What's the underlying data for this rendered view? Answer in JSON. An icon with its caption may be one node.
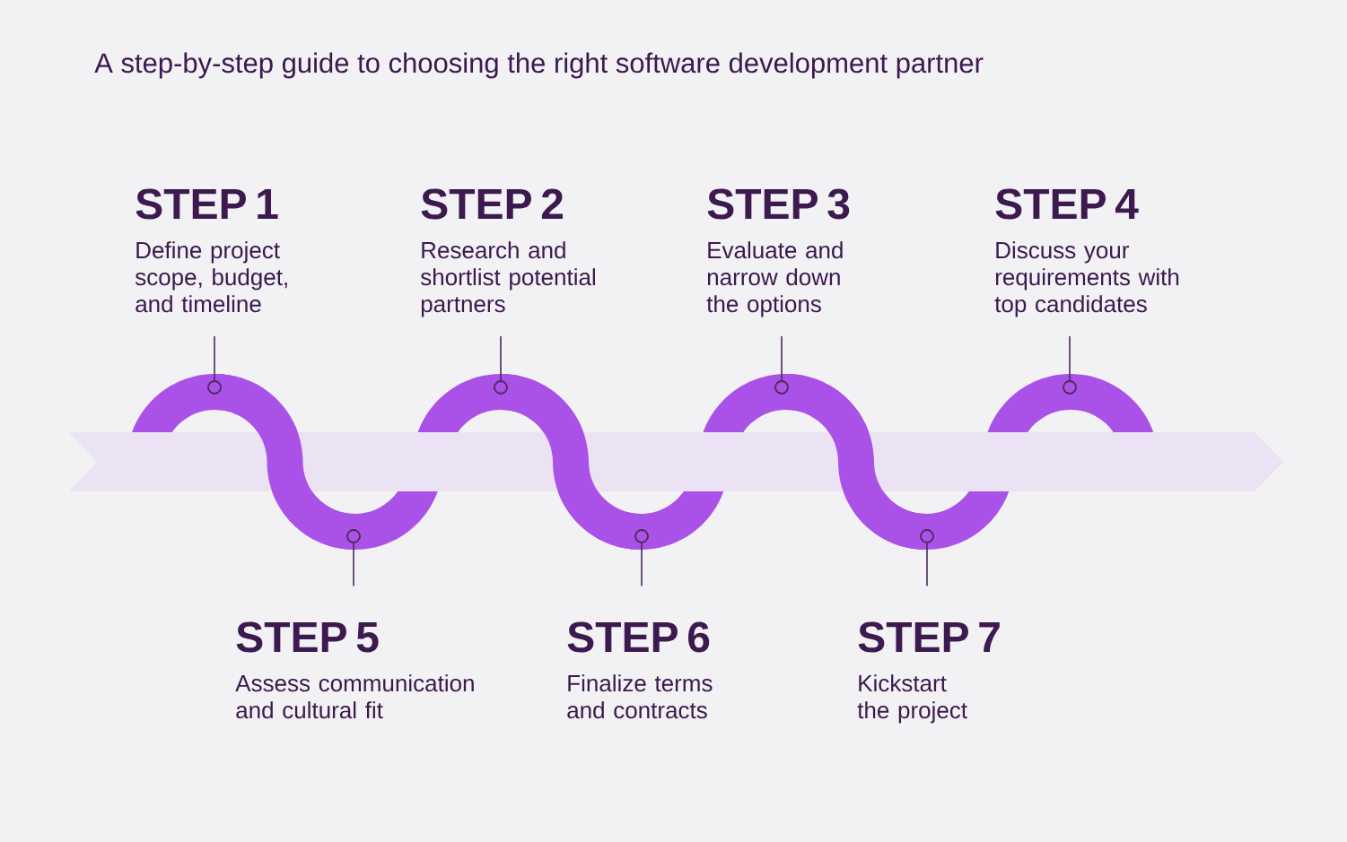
{
  "diagram": {
    "title": "A step-by-step guide to choosing the right software development partner",
    "nodes": [
      {
        "text": [
          "STEP 1",
          "Define project scope, budget, and timeline"
        ]
      },
      {
        "text": [
          "STEP 2",
          "Research and shortlist potential partners"
        ]
      },
      {
        "text": [
          "STEP 3",
          "Evaluate and narrow down the options"
        ]
      },
      {
        "text": [
          "STEP 4",
          "Discuss your requirements with top candidates"
        ]
      },
      {
        "text": [
          "STEP 5",
          "Assess communication and cultural fit"
        ]
      },
      {
        "text": [
          "STEP 6",
          "Finalize terms and contracts"
        ]
      },
      {
        "text": [
          "STEP 7",
          "Kickstart the project"
        ]
      },
      {
        "text": [],
        "shape": "circle"
      },
      {
        "text": [],
        "shape": "circle"
      },
      {
        "text": [],
        "shape": "circle"
      },
      {
        "text": [],
        "shape": "circle"
      },
      {
        "text": [],
        "shape": "circle"
      },
      {
        "text": [],
        "shape": "circle"
      },
      {
        "text": [],
        "shape": "circle"
      }
    ],
    "edges": [
      {
        "from": 0,
        "to": 7,
        "arrow": "none"
      },
      {
        "from": 1,
        "to": 8,
        "arrow": "none"
      },
      {
        "from": 2,
        "to": 9,
        "arrow": "none"
      },
      {
        "from": 3,
        "to": 10,
        "arrow": "none"
      },
      {
        "from": 4,
        "to": 11,
        "arrow": "none"
      },
      {
        "from": 5,
        "to": 12,
        "arrow": "none"
      },
      {
        "from": 6,
        "to": 13,
        "arrow": "none"
      }
    ]
  }
}
